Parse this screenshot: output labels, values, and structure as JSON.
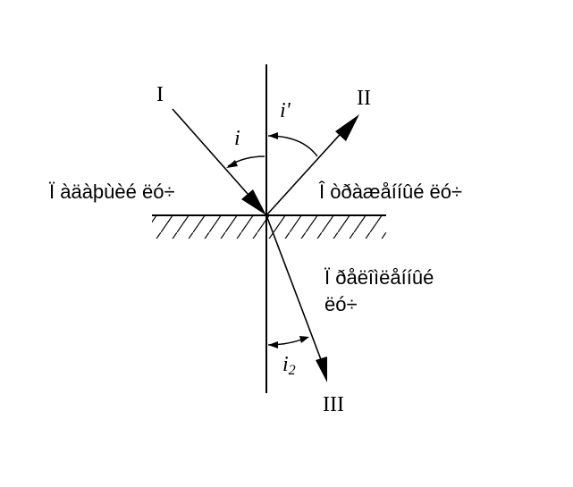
{
  "rays": {
    "incident": "I",
    "reflected": "II",
    "refracted": "III"
  },
  "angles": {
    "incidence": "i",
    "reflection": "i'",
    "refraction_base": "i",
    "refraction_sub": "2"
  },
  "captions": {
    "incident_ray": "Ï àäàþùèé ëó÷",
    "reflected_ray": "Î òðàæåííûé ëó÷",
    "refracted_ray_line1": "Ï ðåëîìëåííûé",
    "refracted_ray_line2": "ëó÷"
  },
  "colors": {
    "ink": "#000000",
    "background": "#ffffff"
  }
}
